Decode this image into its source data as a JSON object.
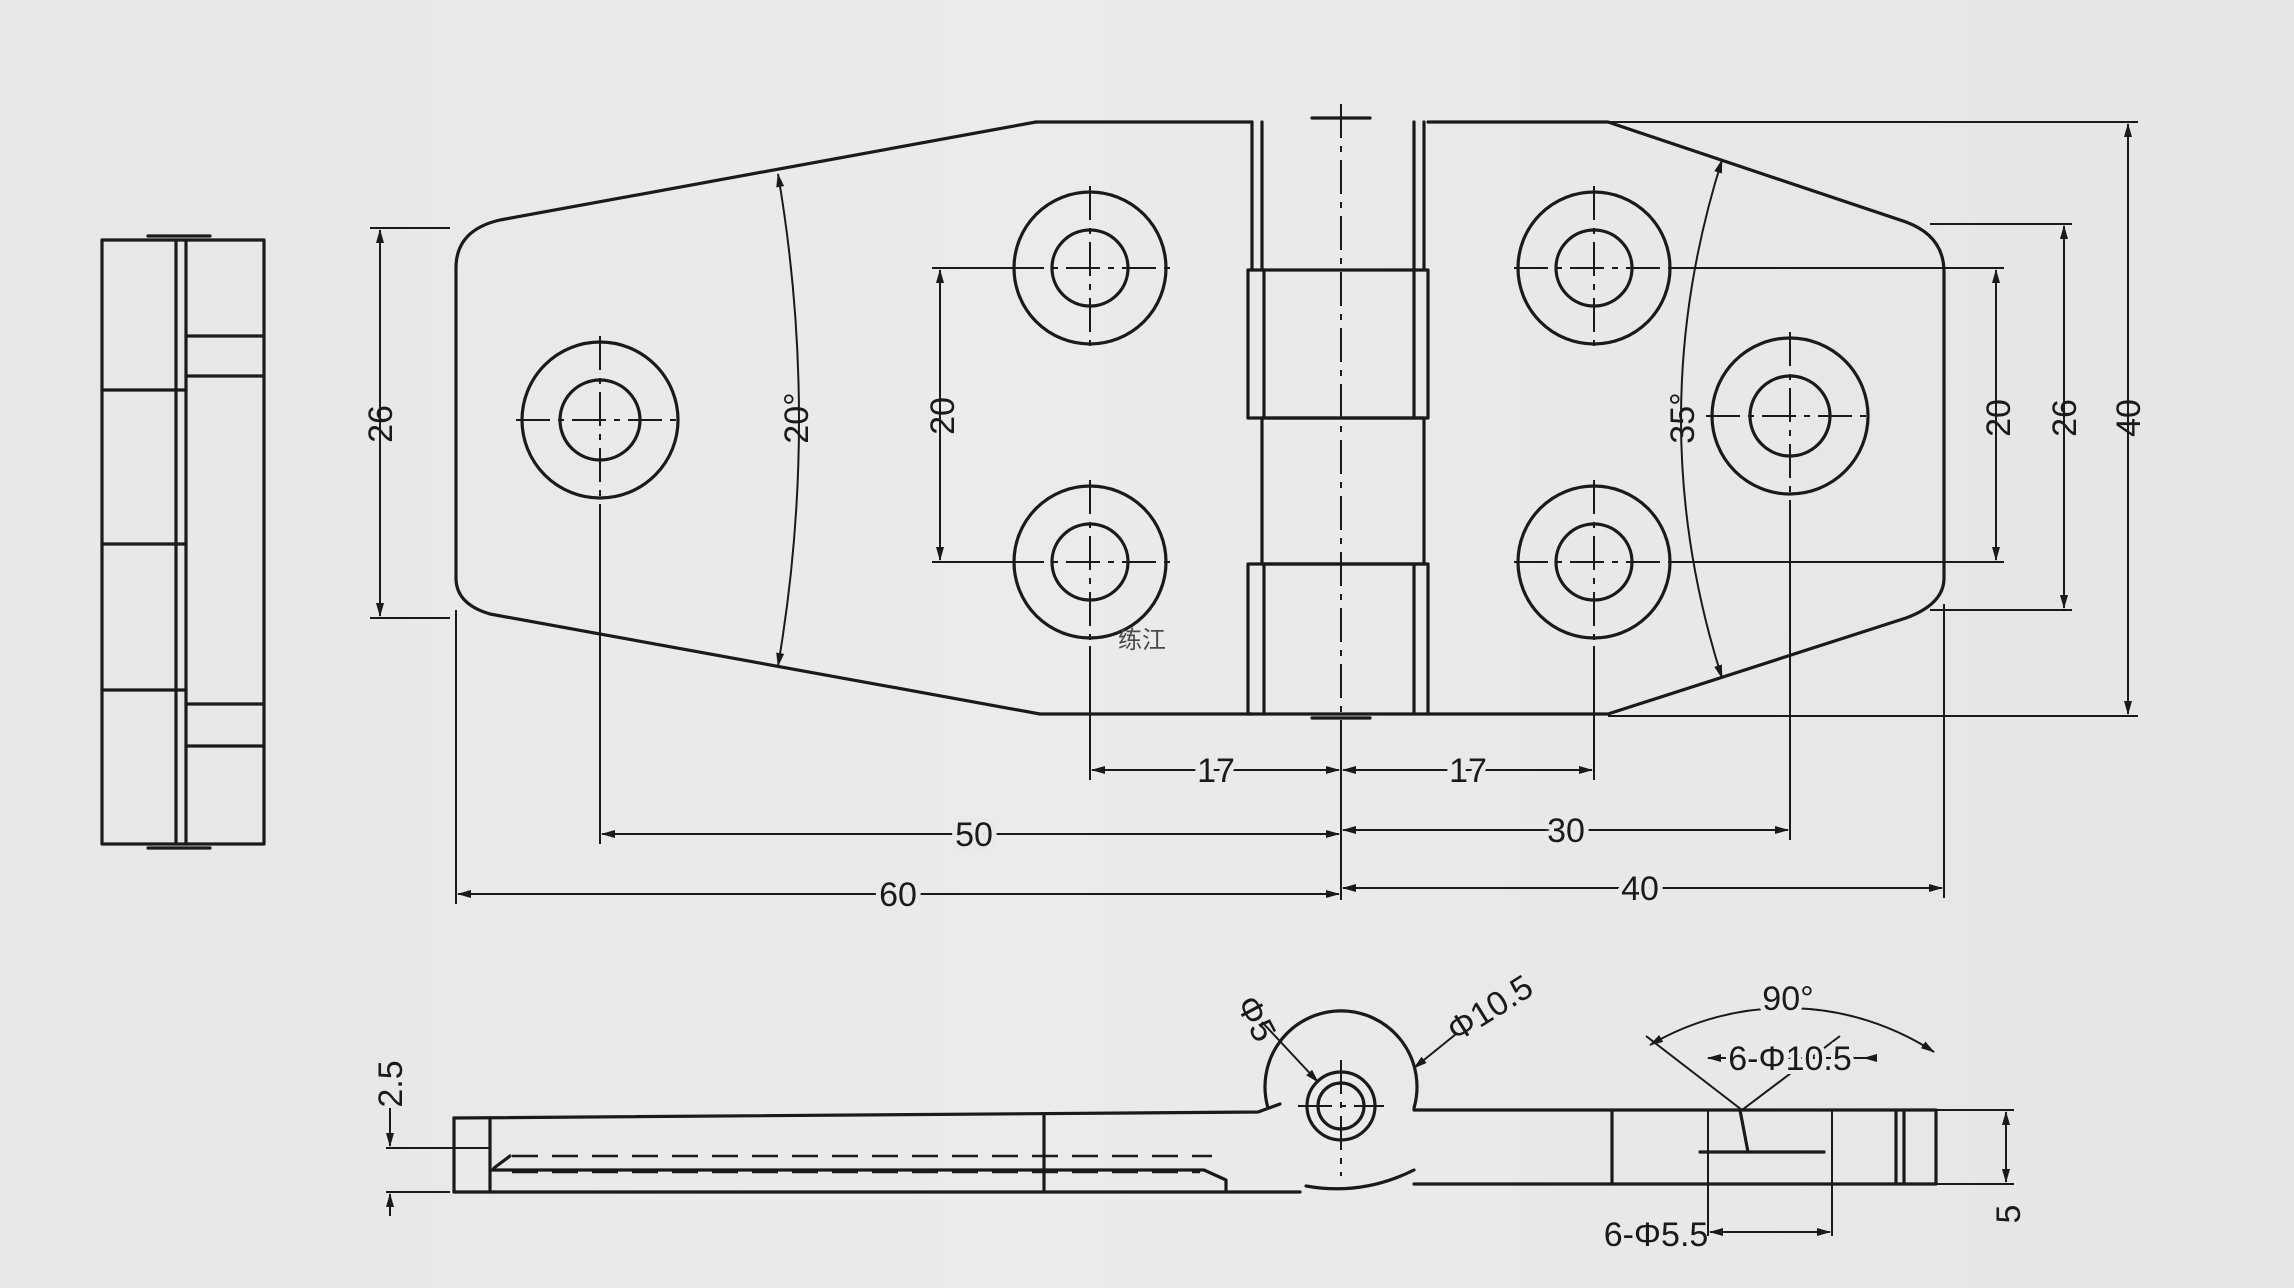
{
  "dims": {
    "w26_left": "26",
    "ang20": "20°",
    "h20_mid": "20",
    "ang35": "35°",
    "h20_right": "20",
    "h26_right": "26",
    "h40": "40",
    "d17_left": "17",
    "d17_right": "17",
    "d50": "50",
    "d30": "30",
    "d60": "60",
    "d40": "40",
    "t2_5": "2.5",
    "dia5": "Φ5",
    "dia10_5": "Φ10.5",
    "ang90": "90°",
    "holes10_5": "6-Φ10.5",
    "holes5_5": "6-Φ5.5",
    "t5": "5"
  },
  "watermark": "练江"
}
